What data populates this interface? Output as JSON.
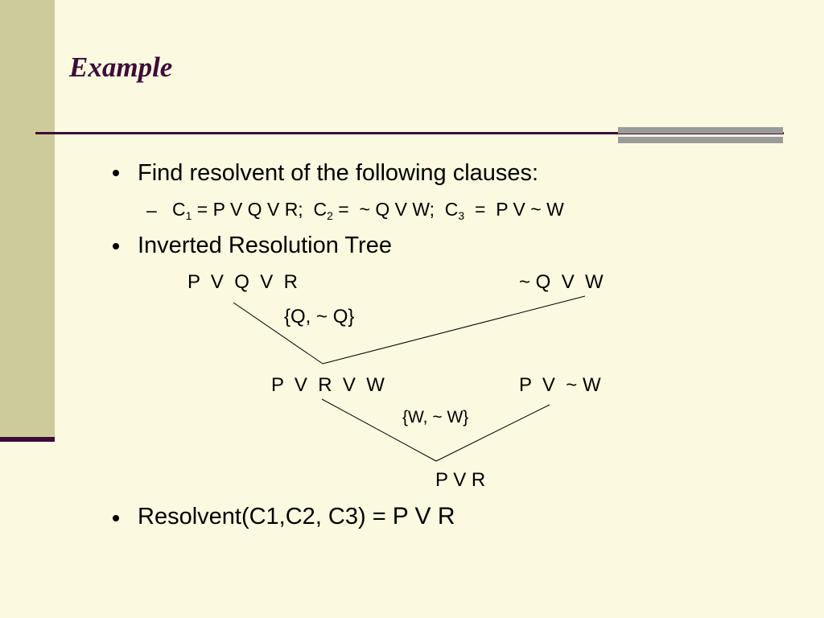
{
  "slide": {
    "title": "Example",
    "bullet1": "Find resolvent of the following clauses:",
    "sub1": {
      "dash": "–",
      "c_label": "C",
      "c1_index": "1",
      "c1_def": " = P V Q V R;  C",
      "c2_index": "2",
      "c2_def": " =  ~ Q V W;  C",
      "c3_index": "3",
      "c3_def": "  =  P V ~ W"
    },
    "bullet2": "Inverted Resolution Tree",
    "tree": {
      "node_c1": "P  V  Q  V  R",
      "node_c2": "~ Q  V  W",
      "subst1": "{Q, ~ Q}",
      "node_mid": "P  V  R  V  W",
      "node_c3": "P  V  ~ W",
      "subst2": "{W, ~ W}",
      "node_result": "P V R"
    },
    "bullet3_prefix": "Resolvent(C1,C2, C3) = ",
    "bullet3_value": "P V R"
  }
}
